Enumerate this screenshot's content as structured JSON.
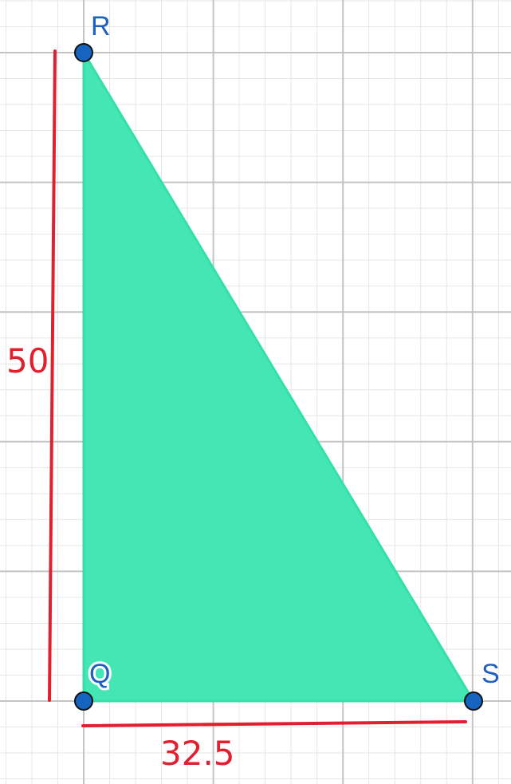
{
  "diagram": {
    "shape": "right-triangle",
    "fill_color": "#40e6b3",
    "edge_color": "#34e0a8",
    "point_color": "#1565c0",
    "measure_color": "#e0202f",
    "grid_major_color": "#c4c4c4",
    "grid_minor_color": "#e6e6e6",
    "points": {
      "R": {
        "label": "R"
      },
      "Q": {
        "label": "Q"
      },
      "S": {
        "label": "S"
      }
    },
    "measurements": {
      "vertical": "50",
      "horizontal": "32.5"
    }
  }
}
